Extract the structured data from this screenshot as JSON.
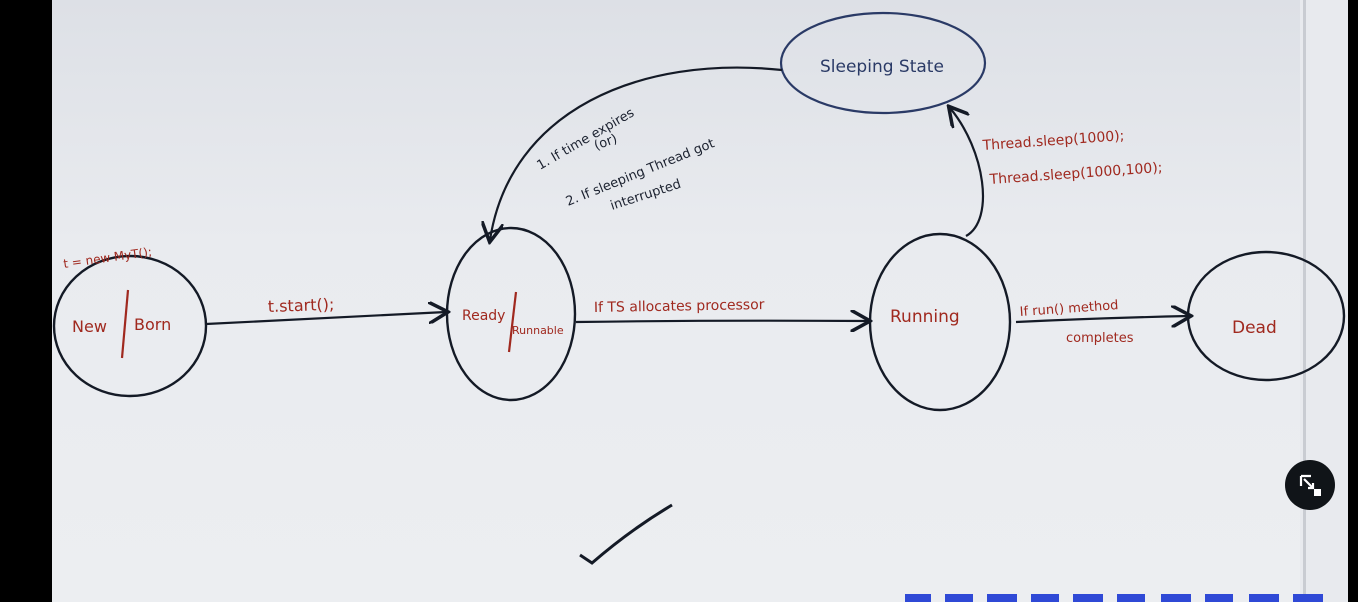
{
  "diagram": {
    "states": {
      "new_born": {
        "left": "New",
        "right": "Born"
      },
      "ready_runnable": {
        "left": "Ready",
        "right": "Runnable"
      },
      "running": {
        "label": "Running"
      },
      "dead": {
        "label": "Dead"
      },
      "sleeping": {
        "label": "Sleeping State"
      }
    },
    "transitions": {
      "create": "t = new MyT();",
      "start": "t.start();",
      "allocate": "If TS allocates processor",
      "run_complete_line1": "If run() method",
      "run_complete_line2": "completes",
      "sleep_line1": "Thread.sleep(1000);",
      "sleep_line2": "Thread.sleep(1000,100);",
      "wake_line1": "1. If time expires",
      "wake_line2": "(or)",
      "wake_line3": "2. If sleeping Thread got",
      "wake_line4": "interrupted"
    },
    "colors": {
      "ink_red": "#a0291f",
      "ink_dark": "#1c2230",
      "ink_blue": "#2a3a66",
      "board": "#e9ebef"
    }
  },
  "controls": {
    "pip_icon": "exit-fullscreen-icon"
  }
}
